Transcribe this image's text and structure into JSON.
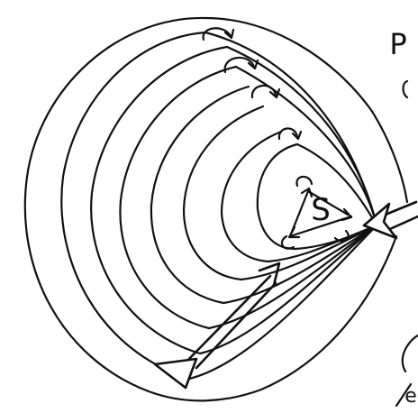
{
  "diagram": {
    "center_label": "S",
    "right_edge_text": "P",
    "bottom_right_text": "e",
    "ink_color": "#111111",
    "background_color": "#ffffff"
  }
}
